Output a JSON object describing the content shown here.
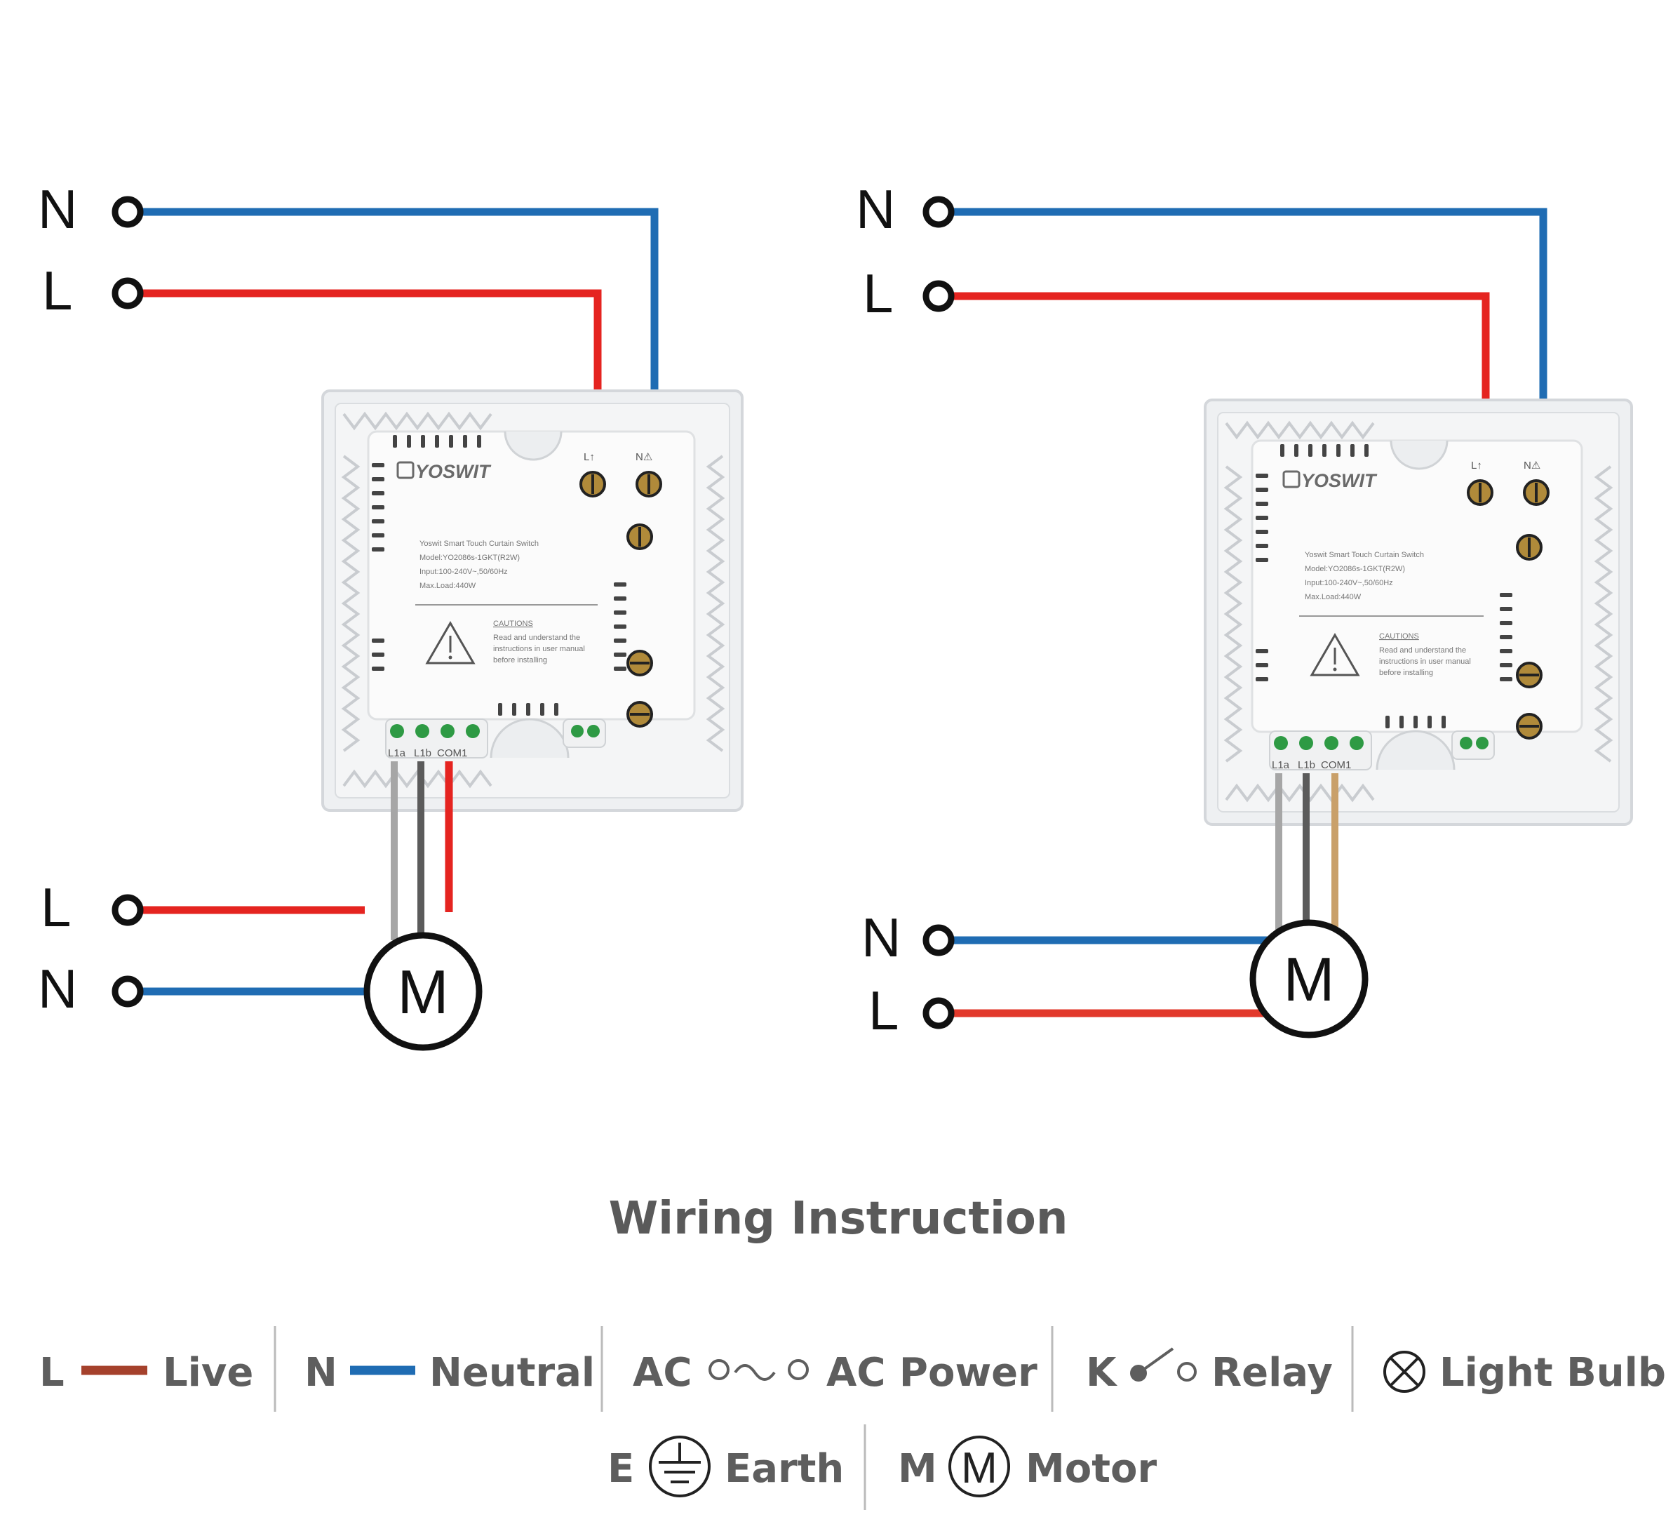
{
  "title": "Wiring Instruction",
  "colors": {
    "live": "#e52420",
    "neutral": "#1f6cb3",
    "legend_live": "#a5412c",
    "motor_wire_light": "#a6a6a6",
    "motor_wire_dark": "#5b5b5b",
    "motor_wire_tan": "#c9a06a",
    "text": "#5e5e5e"
  },
  "diagram_left": {
    "top_terminals": [
      "N",
      "L"
    ],
    "bottom_terminals": [
      "L",
      "N"
    ],
    "motor": "M",
    "device": {
      "brand": "YOSWIT",
      "product": "Yoswit Smart Touch Curtain Switch",
      "model": "Model:YO2086s-1GKT(R2W)",
      "input": "Input:100-240V~,50/60Hz",
      "max_load": "Max.Load:440W",
      "cautions_title": "CAUTIONS",
      "cautions_line1": "Read and understand the",
      "cautions_line2": "instructions in user manual",
      "cautions_line3": "before installing",
      "terminal_l": "L↑",
      "terminal_n": "N⚠",
      "out_l1a": "L1a",
      "out_l1b": "L1b",
      "out_com": "COM1"
    }
  },
  "diagram_right": {
    "top_terminals": [
      "N",
      "L"
    ],
    "bottom_terminals": [
      "N",
      "L"
    ],
    "motor": "M",
    "device": {
      "brand": "YOSWIT",
      "product": "Yoswit Smart Touch Curtain Switch",
      "model": "Model:YO2086s-1GKT(R2W)",
      "input": "Input:100-240V~,50/60Hz",
      "max_load": "Max.Load:440W",
      "cautions_title": "CAUTIONS",
      "cautions_line1": "Read and understand the",
      "cautions_line2": "instructions in user manual",
      "cautions_line3": "before installing",
      "terminal_l": "L↑",
      "terminal_n": "N⚠",
      "out_l1a": "L1a",
      "out_l1b": "L1b",
      "out_com": "COM1"
    }
  },
  "legend": {
    "live": {
      "symbol": "L",
      "label": "Live"
    },
    "neutral": {
      "symbol": "N",
      "label": "Neutral"
    },
    "ac": {
      "symbol": "AC",
      "label": "AC Power"
    },
    "relay": {
      "symbol": "K",
      "label": "Relay"
    },
    "bulb": {
      "label": "Light Bulb"
    },
    "earth": {
      "symbol": "E",
      "label": "Earth"
    },
    "motor": {
      "symbol": "M",
      "icon": "M",
      "label": "Motor"
    }
  }
}
